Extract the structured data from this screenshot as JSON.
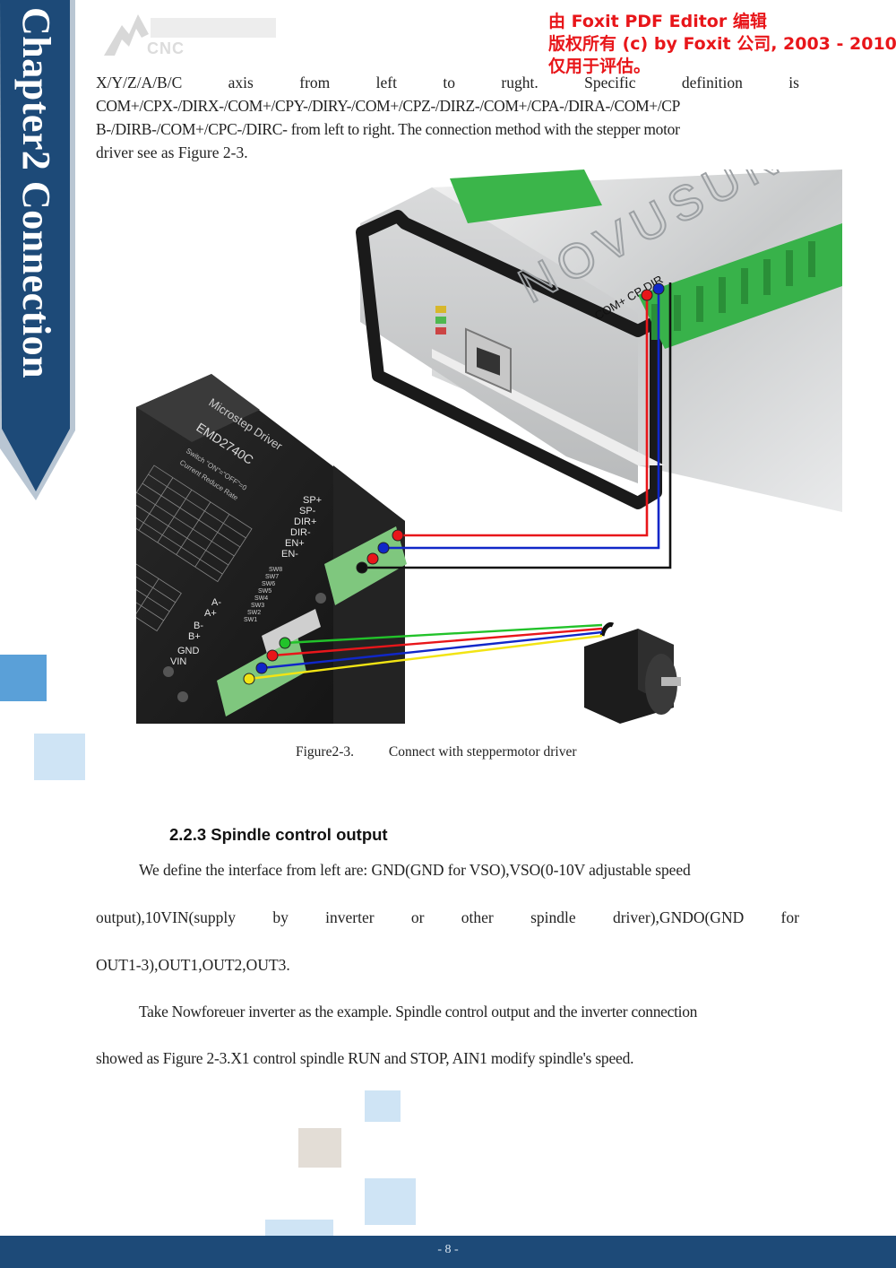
{
  "side_tab": {
    "title": "Chapter2 Connection"
  },
  "header": {
    "logo_text": "CNC",
    "watermark": [
      "由 Foxit PDF Editor 编辑",
      "版权所有 (c) by Foxit 公司, 2003 - 2010",
      "仅用于评估。"
    ]
  },
  "intro": {
    "line1_words": [
      "X/Y/Z/A/B/C",
      "axis",
      "from",
      "left",
      "to",
      "rught.",
      "Specific",
      "definition",
      "is"
    ],
    "line2": "COM+/CPX-/DIRX-/COM+/CPY-/DIRY-/COM+/CPZ-/DIRZ-/COM+/CPA-/DIRA-/COM+/CP",
    "line3": "B-/DIRB-/COM+/CPC-/DIRC- from left to right. The connection method with the stepper motor",
    "line4": "driver see as Figure 2-3."
  },
  "figure": {
    "controller_brand": "NOVUSUN",
    "controller_label": "COM+ CP DIR",
    "driver_title": "Microstep Driver",
    "driver_model": "EMD2740C",
    "driver_switch_note": "Switch \"ON\"=\"OFF\"=0",
    "driver_current_note": "Current Reduce Rate",
    "driver_signal_labels": [
      "SP+",
      "SP-",
      "DIR+",
      "DIR-",
      "EN+",
      "EN-"
    ],
    "driver_motor_labels": [
      "A-",
      "A+",
      "B-",
      "B+",
      "GND",
      "VIN"
    ],
    "driver_sw_labels": [
      "SW1",
      "SW2",
      "SW3",
      "SW4",
      "SW5",
      "SW6",
      "SW7",
      "SW8"
    ],
    "wire_colors": {
      "red": "#e8161a",
      "blue": "#1027c8",
      "black": "#111111",
      "green": "#22c22a",
      "yellow": "#f2e414"
    }
  },
  "caption": {
    "label": "Figure2-3.",
    "text": "Connect with steppermotor driver"
  },
  "section": {
    "heading": "2.2.3 Spindle control output",
    "p1_first": "We define the interface from left are: GND(GND for VSO),VSO(0-10V adjustable speed",
    "p1_second_words": [
      "output),10VIN(supply",
      "by",
      "inverter",
      "or",
      "other",
      "spindle",
      "driver),GNDO(GND",
      "for"
    ],
    "p1_third": "OUT1-3),OUT1,OUT2,OUT3.",
    "p2_first": "Take Nowforeuer inverter as the example. Spindle control output and the inverter connection",
    "p2_second": "showed as Figure 2-3.X1 control spindle RUN and STOP, AIN1 modify spindle's speed."
  },
  "footer": {
    "page_number": "- 8 -"
  },
  "colors": {
    "tab_blue": "#1d4a78",
    "square_blue": "#5aa0d8",
    "square_light": "#cfe4f5",
    "square_beige": "#e3ddd6"
  }
}
